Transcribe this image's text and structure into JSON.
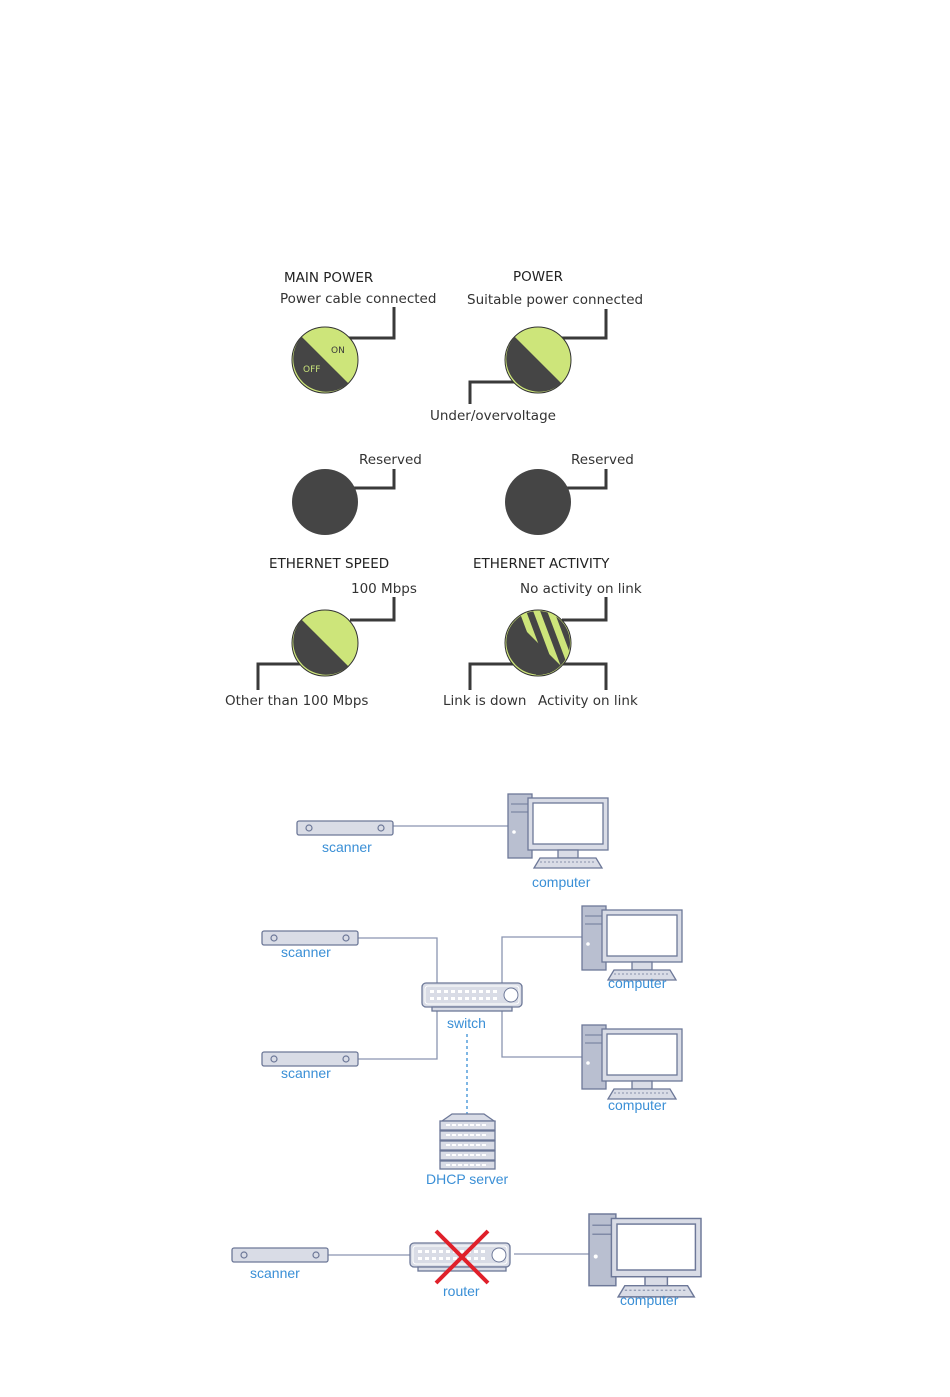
{
  "led_panel": {
    "main_power": {
      "heading": "MAIN POWER",
      "on_label": "Power cable connected",
      "led_on_text": "ON",
      "led_off_text": "OFF"
    },
    "power": {
      "heading": "POWER",
      "on_label": "Suitable power connected",
      "off_label": "Under/overvoltage"
    },
    "reserved_left": {
      "label": "Reserved"
    },
    "reserved_right": {
      "label": "Reserved"
    },
    "ethernet_speed": {
      "heading": "ETHERNET SPEED",
      "on_label": "100 Mbps",
      "off_label": "Other than 100 Mbps"
    },
    "ethernet_activity": {
      "heading": "ETHERNET ACTIVITY",
      "on_label": "No activity on link",
      "off_label": "Link is down",
      "blink_label": "Activity on link"
    },
    "colors": {
      "led_on": "#cde57a",
      "led_off": "#454545",
      "leader": "#3a3a3a"
    }
  },
  "network": {
    "direct": {
      "scanner": "scanner",
      "computer": "computer"
    },
    "switched": {
      "scanner_top": "scanner",
      "scanner_bottom": "scanner",
      "switch": "switch",
      "computer_top": "computer",
      "computer_bottom": "computer",
      "dhcp": "DHCP server"
    },
    "routed": {
      "scanner": "scanner",
      "router": "router",
      "computer": "computer"
    },
    "colors": {
      "label": "#3a8fd6",
      "device": "#d9dce6",
      "outline": "#6d7898",
      "cross": "#e0202a"
    }
  }
}
